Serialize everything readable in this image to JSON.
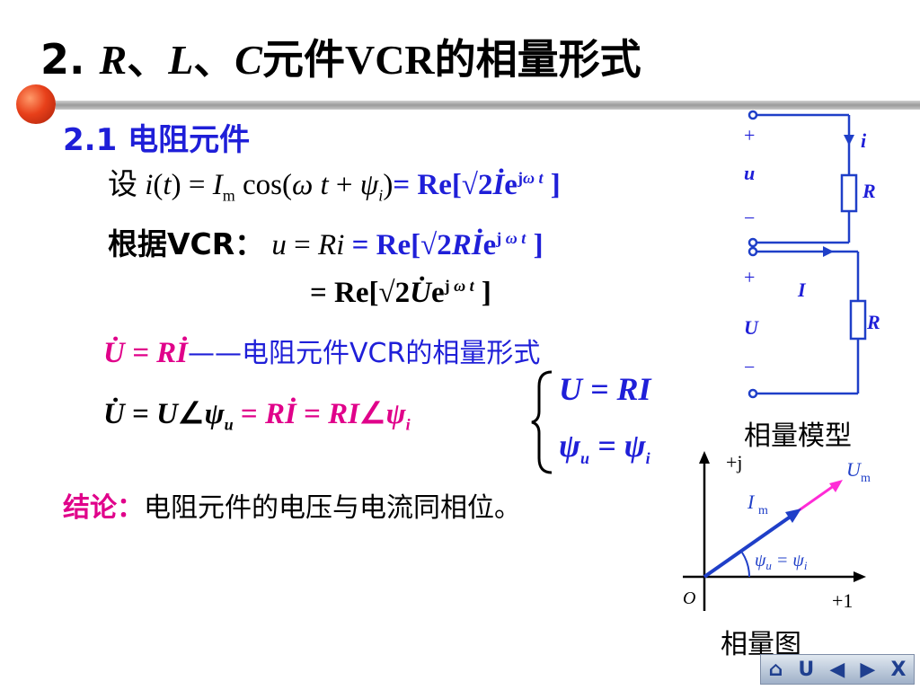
{
  "slide": {
    "title_number": "2.",
    "title_R": "R",
    "title_sep1": "、",
    "title_L": "L",
    "title_sep2": "、",
    "title_C": "C",
    "title_cn1": "元件",
    "title_vcr": "VCR",
    "title_cn2": "的相量形式",
    "subtitle": "2.1 电阻元件"
  },
  "equations": {
    "line1_prefix": "设",
    "line2_prefix": "根据VCR：",
    "vcr_label": "——电阻元件VCR的相量形式"
  },
  "brace": {
    "top": "U = RI",
    "bottom_left": "ψ",
    "bottom_sub_left": "u",
    "bottom_eq": " = ",
    "bottom_right": "ψ",
    "bottom_sub_right": "i"
  },
  "conclusion": {
    "key": "结论：",
    "text": "电阻元件的电压与电流同相位。"
  },
  "circuit": {
    "top_plus": "+",
    "top_u": "u",
    "top_minus": "−",
    "top_i": "i",
    "top_R": "R",
    "bot_plus": "+",
    "bot_U": "U",
    "bot_minus": "−",
    "bot_I": "I",
    "bot_R": "R",
    "model_label": "相量模型"
  },
  "phasor": {
    "axis_j": "+j",
    "axis_1": "+1",
    "origin": "O",
    "U_label": "U",
    "U_sub": "m",
    "I_label": "I",
    "I_sub": "m",
    "angle_label": "ψ",
    "angle_sub_u": "u",
    "angle_eq": " = ",
    "angle_label2": "ψ",
    "angle_sub_i": "i",
    "diagram_label": "相量图",
    "colors": {
      "voltage": "#ff2bd6",
      "current": "#1f3fc8",
      "axis": "#000000"
    }
  },
  "nav": {
    "home_icon": "⌂",
    "return_icon": "U",
    "prev_icon": "◀",
    "next_icon": "▶",
    "close_label": "X"
  }
}
